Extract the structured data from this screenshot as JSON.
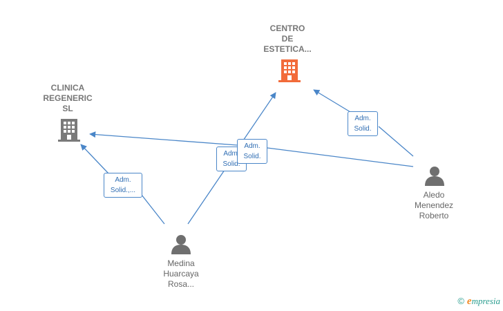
{
  "companies": [
    {
      "id": "centro",
      "label": "CENTRO\nDE\nESTETICA...",
      "color": "#f26b3a"
    },
    {
      "id": "clinica",
      "label": "CLINICA\nREGENERIC\nSL",
      "color": "#7a7a7a"
    }
  ],
  "persons": [
    {
      "id": "medina",
      "label": "Medina\nHuarcaya\nRosa..."
    },
    {
      "id": "aledo",
      "label": "Aledo\nMenendez\nRoberto"
    }
  ],
  "edges": [
    {
      "id": "e1",
      "from": "medina",
      "to": "clinica",
      "label": "Adm.\nSolid.,..."
    },
    {
      "id": "e2",
      "from": "medina",
      "to": "centro",
      "label": "Adm.\nSolid."
    },
    {
      "id": "e3",
      "from": "aledo",
      "to": "centro",
      "label": "Adm.\nSolid."
    },
    {
      "id": "e4",
      "from": "aledo",
      "to": "clinica",
      "label": "Adm.\nSolid."
    }
  ],
  "footer": {
    "copyright": "©",
    "brand_initial": "e",
    "brand_rest": "mpresia"
  },
  "colors": {
    "edge": "#4a86c8",
    "person": "#6f6f6f"
  }
}
